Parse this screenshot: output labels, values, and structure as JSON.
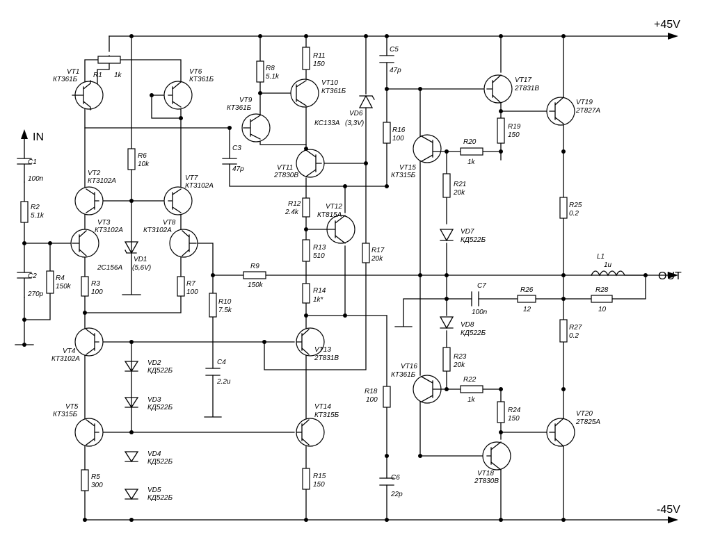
{
  "rails": {
    "pos": "+45V",
    "neg": "-45V"
  },
  "io": {
    "in": "IN",
    "out": "OUT"
  },
  "transistors": {
    "vt1": [
      "VT1",
      "КТ361Б"
    ],
    "vt2": [
      "VT2",
      "КТ3102А"
    ],
    "vt3": [
      "VT3",
      "КТ3102А"
    ],
    "vt4": [
      "VT4",
      "КТ3102А"
    ],
    "vt5": [
      "VT5",
      "КТ315Б"
    ],
    "vt6": [
      "VT6",
      "КТ361Б"
    ],
    "vt7": [
      "VT7",
      "КТ3102А"
    ],
    "vt8": [
      "VT8",
      "КТ3102А"
    ],
    "vt9": [
      "VT9",
      "КТ361Б"
    ],
    "vt10": [
      "VT10",
      "КТ361Б"
    ],
    "vt11": [
      "VT11",
      "2Т830В"
    ],
    "vt12": [
      "VT12",
      "КТ815А"
    ],
    "vt13": [
      "VT13",
      "2Т831В"
    ],
    "vt14": [
      "VT14",
      "КТ315Б"
    ],
    "vt15": [
      "VT15",
      "КТ315Б"
    ],
    "vt16": [
      "VT16",
      "КТ361Б"
    ],
    "vt17": [
      "VT17",
      "2Т831В"
    ],
    "vt18": [
      "VT18",
      "2Т830В"
    ],
    "vt19": [
      "VT19",
      "2Т827А"
    ],
    "vt20": [
      "VT20",
      "2Т825А"
    ]
  },
  "resistors": {
    "r1": [
      "R1",
      "1k"
    ],
    "r2": [
      "R2",
      "5.1k"
    ],
    "r3": [
      "R3",
      "100"
    ],
    "r4": [
      "R4",
      "150k"
    ],
    "r5": [
      "R5",
      "300"
    ],
    "r6": [
      "R6",
      "10k"
    ],
    "r7": [
      "R7",
      "100"
    ],
    "r8": [
      "R8",
      "5.1k"
    ],
    "r9": [
      "R9",
      "150k"
    ],
    "r10": [
      "R10",
      "7.5k"
    ],
    "r11": [
      "R11",
      "150"
    ],
    "r12": [
      "R12",
      "2.4k"
    ],
    "r13": [
      "R13",
      "510"
    ],
    "r14": [
      "R14",
      "1k*"
    ],
    "r15": [
      "R15",
      "150"
    ],
    "r16": [
      "R16",
      "100"
    ],
    "r17": [
      "R17",
      "20k"
    ],
    "r18": [
      "R18",
      "100"
    ],
    "r19": [
      "R19",
      "150"
    ],
    "r20": [
      "R20",
      "1k"
    ],
    "r21": [
      "R21",
      "20k"
    ],
    "r22": [
      "R22",
      "1k"
    ],
    "r23": [
      "R23",
      "20k"
    ],
    "r24": [
      "R24",
      "150"
    ],
    "r25": [
      "R25",
      "0.2"
    ],
    "r26": [
      "R26",
      "12"
    ],
    "r27": [
      "R27",
      "0.2"
    ],
    "r28": [
      "R28",
      "10"
    ]
  },
  "capacitors": {
    "c1": [
      "C1",
      "100n"
    ],
    "c2": [
      "C2",
      "270p"
    ],
    "c3": [
      "C3",
      "47p"
    ],
    "c4": [
      "C4",
      "2.2u"
    ],
    "c5": [
      "C5",
      "47p"
    ],
    "c6": [
      "C6",
      "22p"
    ],
    "c7": [
      "C7",
      "100n"
    ]
  },
  "diodes": {
    "vd1": [
      "VD1",
      "2С156А",
      "(5,6V)"
    ],
    "vd2": [
      "VD2",
      "КД522Б"
    ],
    "vd3": [
      "VD3",
      "КД522Б"
    ],
    "vd4": [
      "VD4",
      "КД522Б"
    ],
    "vd5": [
      "VD5",
      "КД522Б"
    ],
    "vd6": [
      "VD6",
      "КС133А",
      "(3,3V)"
    ],
    "vd7": [
      "VD7",
      "КД522Б"
    ],
    "vd8": [
      "VD8",
      "КД522Б"
    ]
  },
  "inductors": {
    "l1": [
      "L1",
      "1u"
    ]
  }
}
